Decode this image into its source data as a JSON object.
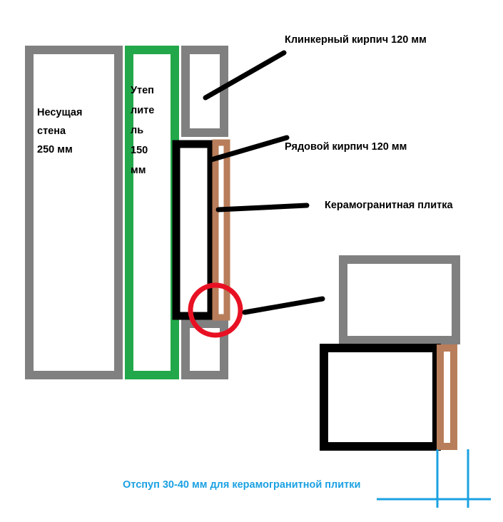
{
  "colors": {
    "bearing_wall": "#808080",
    "insulation": "#22a84a",
    "clinker_brick": "#808080",
    "ordinary_brick": "#000000",
    "porcelain_tile": "#b87d5a",
    "highlight_circle": "#e81123",
    "dimension_line": "#1ba1e2",
    "leader_line": "#000000",
    "background": "#ffffff"
  },
  "wall_labels": {
    "bearing_wall": {
      "lines": [
        "Несущая",
        "стена",
        "250 мм"
      ]
    },
    "insulation": {
      "lines": [
        "Утеп",
        "лите",
        "ль",
        "150",
        "мм"
      ]
    }
  },
  "annotations": [
    {
      "id": "clinker",
      "text": "Клинкерный кирпич 120 мм"
    },
    {
      "id": "ordinary",
      "text": "Рядовой кирпич 120 мм"
    },
    {
      "id": "tile",
      "text": "Керамогранитная плитка"
    }
  ],
  "dimension": {
    "text": "Отспуп 30-40 мм для керамогранитной плитки"
  }
}
